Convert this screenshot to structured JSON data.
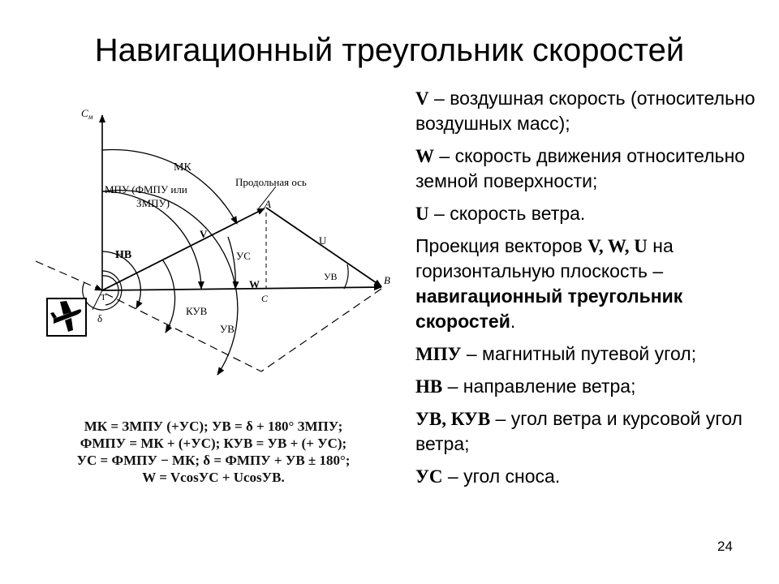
{
  "title": "Навигационный треугольник скоростей",
  "legend": {
    "v_key": "V",
    "v_text": " – воздушная скорость (относительно воздушных масс);",
    "w_key": "W",
    "w_text": " – скорость движения относительно земной поверхности;",
    "u_key": "U",
    "u_text": " – скорость ветра.",
    "proj_start": "Проекция векторов ",
    "proj_keys": "V, W, U",
    "proj_mid": " на горизонтальную плоскость – ",
    "proj_bold": "навигационный треугольник скоростей",
    "proj_end": ".",
    "mpu_key": "МПУ",
    "mpu_text": " – магнитный путевой угол;",
    "nv_key": "НВ",
    "nv_text": " – направление ветра;",
    "uv_key": "УВ, КУВ",
    "uv_text": " – угол ветра и курсовой угол ветра;",
    "us_key": "УС",
    "us_text": " – угол сноса."
  },
  "diagram": {
    "axis_label": "С",
    "axis_sub": "м",
    "mk": "МК",
    "longitudinal_axis": "Продольная ось",
    "mpu_label_1": "МПУ (ФМПУ или",
    "mpu_label_2": "ЗМПУ)",
    "point_a": "A",
    "point_b": "B",
    "point_c": "C",
    "v": "V",
    "w": "W",
    "u": "U",
    "us": "УС",
    "nv": "НВ",
    "kuv": "КУВ",
    "uv_big": "УВ",
    "uv_small": "УВ",
    "delta": "δ",
    "origin": "Т"
  },
  "formulas": [
    "МК = ЗМПУ   (+УС); УВ = δ + 180°   ЗМПУ;",
    "ФМПУ = МК + (+УС); КУВ = УВ + (+ УС);",
    "УС = ФМПУ − МК; δ = ФМПУ + УВ ± 180°;",
    "W = VcosУС + UcosУВ."
  ],
  "page_number": "24"
}
